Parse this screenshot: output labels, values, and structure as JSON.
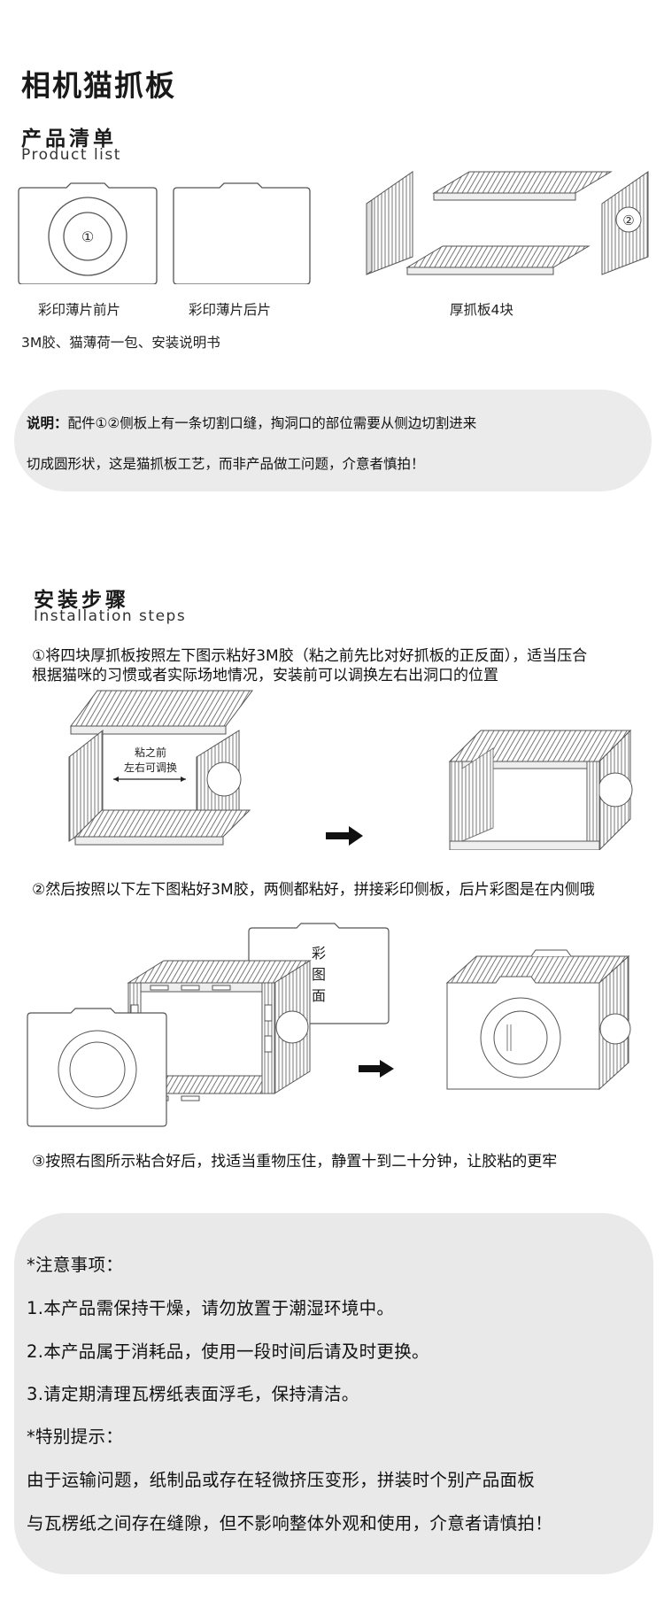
{
  "title": "相机猫抓板",
  "product_list": {
    "heading_cn": "产品清单",
    "heading_en": "Product list",
    "items": [
      {
        "label": "彩印薄片前片",
        "marker": "①"
      },
      {
        "label": "彩印薄片后片"
      },
      {
        "label": "厚抓板4块",
        "marker": "②"
      }
    ],
    "extras": "3M胶、猫薄荷一包、安装说明书"
  },
  "note": {
    "prefix": "说明：",
    "line1": "配件①②侧板上有一条切割口缝，掏洞口的部位需要从侧边切割进来",
    "line2": "切成圆形状，这是猫抓板工艺，而非产品做工问题，介意者慎拍！"
  },
  "install": {
    "heading_cn": "安装步骤",
    "heading_en": "Installation steps",
    "step1_line1": "①将四块厚抓板按照左下图示粘好3M胶（粘之前先比对好抓板的正反面），适当压合",
    "step1_line2": "根据猫咪的习惯或者实际场地情况，安装前可以调换左右出洞口的位置",
    "step1_label_line1": "粘之前",
    "step1_label_line2": "左右可调换",
    "step2": "②然后按照以下左下图粘好3M胶，两侧都粘好，拼接彩印侧板，后片彩图是在内侧哦",
    "step2_back_label": [
      "彩",
      "图",
      "面"
    ],
    "step3": "③按照右图所示粘合好后，找适当重物压住，静置十到二十分钟，让胶粘的更牢"
  },
  "tips": {
    "heading": "*注意事项：",
    "items": [
      "1.本产品需保持干燥，请勿放置于潮湿环境中。",
      "2.本产品属于消耗品，使用一段时间后请及时更换。",
      "3.请定期清理瓦楞纸表面浮毛，保持清洁。"
    ],
    "special_heading": "*特别提示：",
    "special_line1": "由于运输问题，纸制品或存在轻微挤压变形，拼装时个别产品面板",
    "special_line2": "与瓦楞纸之间存在缝隙，但不影响整体外观和使用，介意者请慎拍！"
  }
}
